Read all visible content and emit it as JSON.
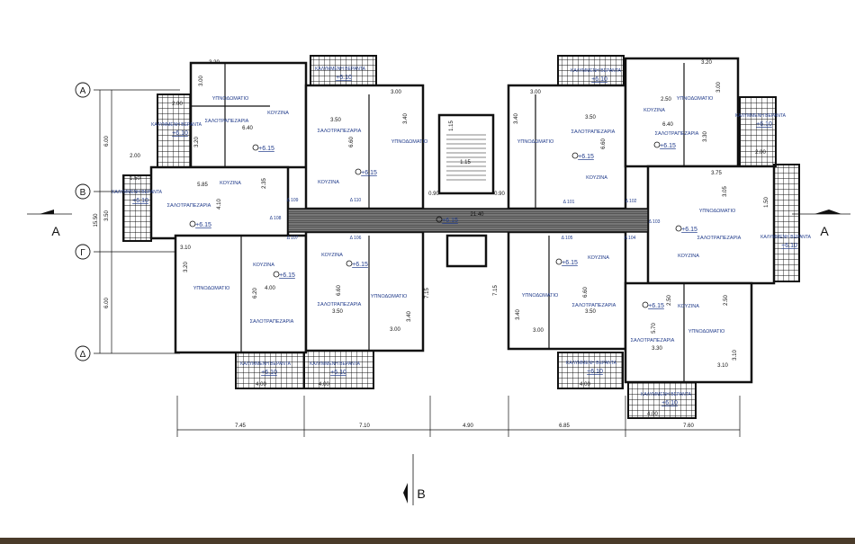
{
  "grid_axes": [
    "Α",
    "Β",
    "Γ",
    "Δ"
  ],
  "section_marks": {
    "left": "A",
    "right": "A",
    "bottom": "B"
  },
  "bottom_dimensions": [
    "7.45",
    "7.10",
    "4.90",
    "6.85",
    "7.60"
  ],
  "left_dimensions": {
    "total": "15.50",
    "segments": [
      "6.00",
      "3.50",
      "6.00"
    ]
  },
  "room_labels": [
    "ΥΠΝΟΔΩΜΑΤΙΟ",
    "ΚΟΥΖΙΝΑ",
    "ΣΑΛΟΤΡΑΠΕΖΑΡΙΑ",
    "ΣΑΛΟΤΡΑΠΕΖΑΡΙΑ",
    "ΥΠΝΟΔΩΜΑΤΙΟ",
    "ΚΟΥΖΙΝΑ",
    "ΚΟΥΖΙΝΑ",
    "ΣΑΛΟΤΡΑΠΕΖΑΡΙΑ",
    "ΥΠΝΟΔΩΜΑΤΙΟ",
    "ΣΑΛΟΤΡΑΠΕΖΑΡΙΑ",
    "ΚΟΥΖΙΝΑ",
    "ΥΠΝΟΔΩΜΑΤΙΟ",
    "ΚΟΥΖΙΝΑ",
    "ΣΑΛΟΤΡΑΠΕΖΑΡΙΑ",
    "ΥΠΝΟΔΩΜΑΤΙΟ",
    "ΣΑΛΟΤΡΑΠΕΖΑΡΙΑ",
    "ΚΟΥΖΙΝΑ",
    "ΚΟΥΖΙΝΑ",
    "ΥΠΝΟΔΩΜΑΤΙΟ",
    "ΣΑΛΟΤΡΑΠΕΖΑΡΙΑ",
    "ΚΟΥΖΙΝΑ",
    "ΣΑΛΟΤΡΑΠΕΖΑΡΙΑ",
    "ΥΠΝΟΔΩΜΑΤΙΟ",
    "ΥΠΝΟΔΩΜΑΤΙΟ",
    "ΣΑΛΟΤΡΑΠΕΖΑΡΙΑ",
    "ΚΟΥΖΙΝΑ",
    "ΚΟΥΖΙΝΑ",
    "ΣΑΛΟΤΡΑΠΕΖΑΡΙΑ",
    "ΥΠΝΟΔΩΜΑΤΙΟ"
  ],
  "balcony_label": "ΚΑΛΥΜΜΕΝΗ ΒΕΡΑΝΤΑ",
  "room_elevation": "+6.15",
  "balcony_elevation": "+6.10",
  "corridor_length": "21.40",
  "door_tags": [
    "Δ 101",
    "Δ 102",
    "Δ 103",
    "Δ 104",
    "Δ 105",
    "Δ 106",
    "Δ 107",
    "Δ 108",
    "Δ 109",
    "Δ 110"
  ],
  "room_dimensions": [
    "3.20",
    "3.00",
    "6.40",
    "3.20",
    "2.00",
    "2.00",
    "1.50",
    "5.85",
    "4.10",
    "2.35",
    "3.50",
    "6.60",
    "3.40",
    "3.00",
    "1.15",
    "1.15",
    "0.90",
    "0.90",
    "3.00",
    "3.40",
    "3.50",
    "6.60",
    "2.50",
    "3.20",
    "3.00",
    "6.40",
    "3.30",
    "2.00",
    "3.75",
    "3.05",
    "1.50",
    "3.10",
    "3.20",
    "4.00",
    "6.20",
    "6.60",
    "3.50",
    "3.40",
    "3.00",
    "7.15",
    "7.15",
    "3.40",
    "3.00",
    "3.50",
    "6.60",
    "5.70",
    "3.30",
    "3.10",
    "3.10",
    "2.50",
    "2.50",
    "4.00",
    "4.00",
    "4.00",
    "4.00"
  ],
  "colors": {
    "annotation": "#1f3a8a",
    "walls": "#111111",
    "footer_bar": "#4a3b2a"
  }
}
